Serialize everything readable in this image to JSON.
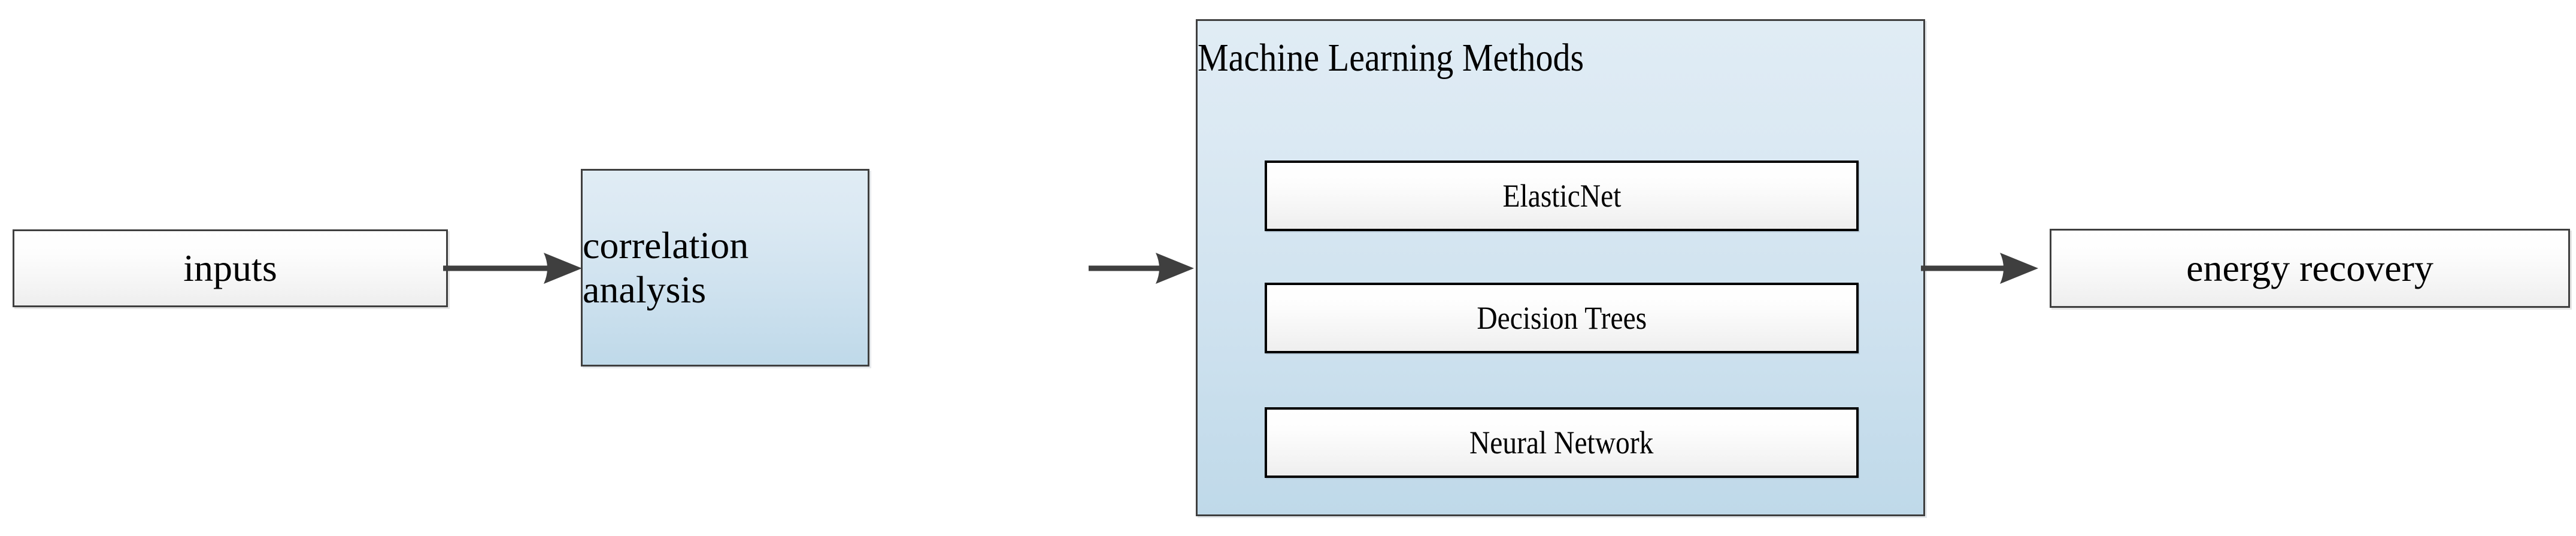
{
  "diagram": {
    "type": "flowchart",
    "orientation": "left-to-right",
    "title": "",
    "background_color": "#ffffff"
  },
  "colors": {
    "node_border": "#3f3f3f",
    "inner_node_border": "#000000",
    "node_fill_top": "#ffffff",
    "node_fill_bottom": "#eeeeee",
    "group_fill_top": "#e0ecf4",
    "group_fill_bottom": "#bfd9e9",
    "arrow_color": "#3f3f3f",
    "text_color": "#000000"
  },
  "nodes": {
    "inputs": {
      "label": "inputs"
    },
    "correlation": {
      "label": "correlation analysis"
    },
    "energy": {
      "label": "energy recovery"
    }
  },
  "group": {
    "title": "Machine Learning Methods",
    "methods": [
      {
        "label": "ElasticNet"
      },
      {
        "label": "Decision Trees"
      },
      {
        "label": "Neural Network"
      }
    ]
  },
  "arrows": [
    {
      "name": "inputs-to-correlation",
      "from": "inputs",
      "to": "correlation",
      "direction": "right"
    },
    {
      "name": "correlation-to-ml",
      "from": "correlation",
      "to": "machine-learning-methods",
      "direction": "right"
    },
    {
      "name": "ml-to-energy",
      "from": "machine-learning-methods",
      "to": "energy",
      "direction": "right"
    }
  ]
}
